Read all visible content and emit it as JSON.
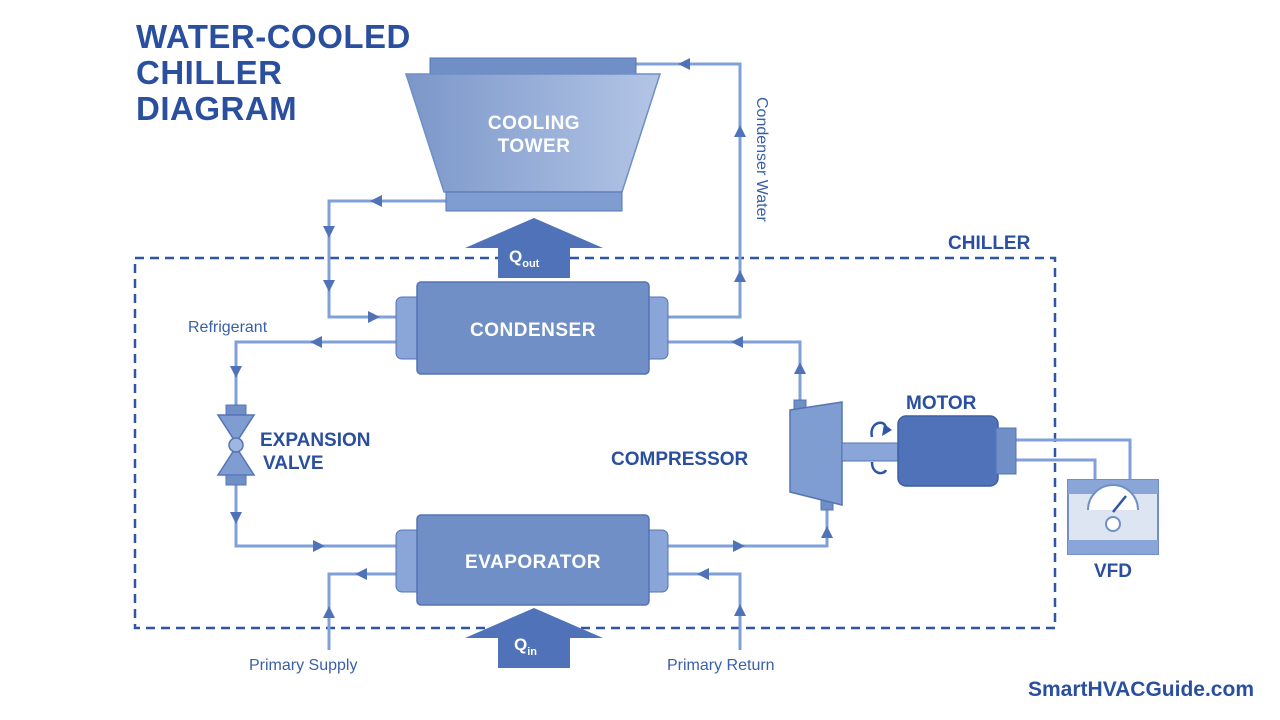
{
  "title": {
    "lines": [
      "WATER-COOLED",
      "CHILLER",
      "DIAGRAM"
    ]
  },
  "chiller_label": "CHILLER",
  "cooling_tower": {
    "line1": "COOLING",
    "line2": "TOWER"
  },
  "condenser": "CONDENSER",
  "evaporator": "EVAPORATOR",
  "expansion_valve": {
    "line1": "EXPANSION",
    "line2": "VALVE"
  },
  "compressor": "COMPRESSOR",
  "motor": "MOTOR",
  "vfd": "VFD",
  "q_out": {
    "main": "Q",
    "sub": "out"
  },
  "q_in": {
    "main": "Q",
    "sub": "in"
  },
  "labels": {
    "refrigerant": "Refrigerant",
    "condenser_water": "Condenser Water",
    "primary_supply": "Primary Supply",
    "primary_return": "Primary Return"
  },
  "brand": "SmartHVACGuide.com",
  "colors": {
    "pipe": "#7fa0d8",
    "component": "#6f8fc6",
    "dark_component": "#4a69b4",
    "text": "#2a4f9e",
    "boundary": "#2f56a6"
  }
}
